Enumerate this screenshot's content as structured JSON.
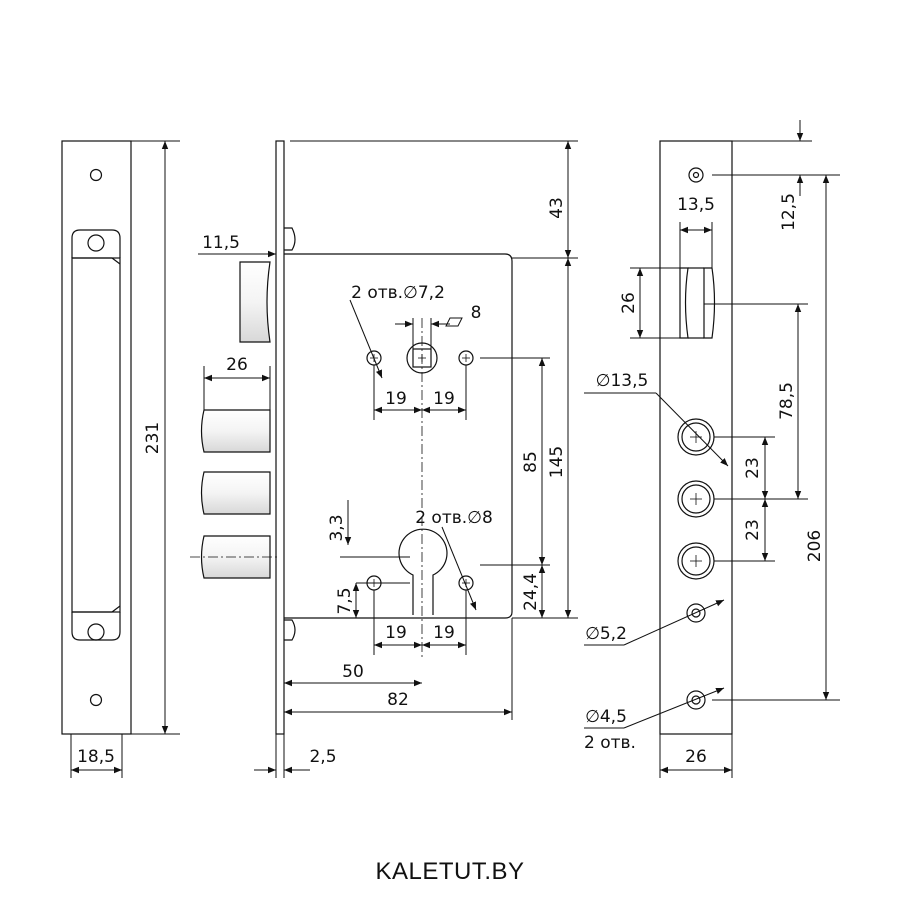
{
  "footer": {
    "site": "KALETUT.BY"
  },
  "labels": {
    "strike_height": "231",
    "strike_width": "18,5",
    "bolt_offset": "11,5",
    "bolt_throw": "26",
    "body_top": "43",
    "holes_spindle": "2 отв.∅7,2",
    "spindle_square": "8",
    "spindle_left": "19",
    "spindle_right": "19",
    "center_distance": "85",
    "body_height": "145",
    "keyhole_offset": "3,3",
    "holes_cylinder": "2 отв.∅8",
    "cyl_hole_offset": "7,5",
    "cyl_left": "19",
    "cyl_right": "19",
    "cyl_bottom": "24,4",
    "backset": "50",
    "body_depth": "82",
    "faceplate_thickness": "2,5",
    "fp_top": "12,5",
    "fp_bolt_width": "13,5",
    "fp_bolt_height": "26",
    "fp_hole_diam": "∅13,5",
    "fp_hole_spacing": "78,5",
    "fp_pitch_1": "23",
    "fp_pitch_2": "23",
    "fp_total": "206",
    "fp_hole_small": "∅5,2",
    "fp_hole_screw": "∅4,5",
    "fp_hole_screw_count": "2 отв.",
    "fp_width": "26"
  }
}
